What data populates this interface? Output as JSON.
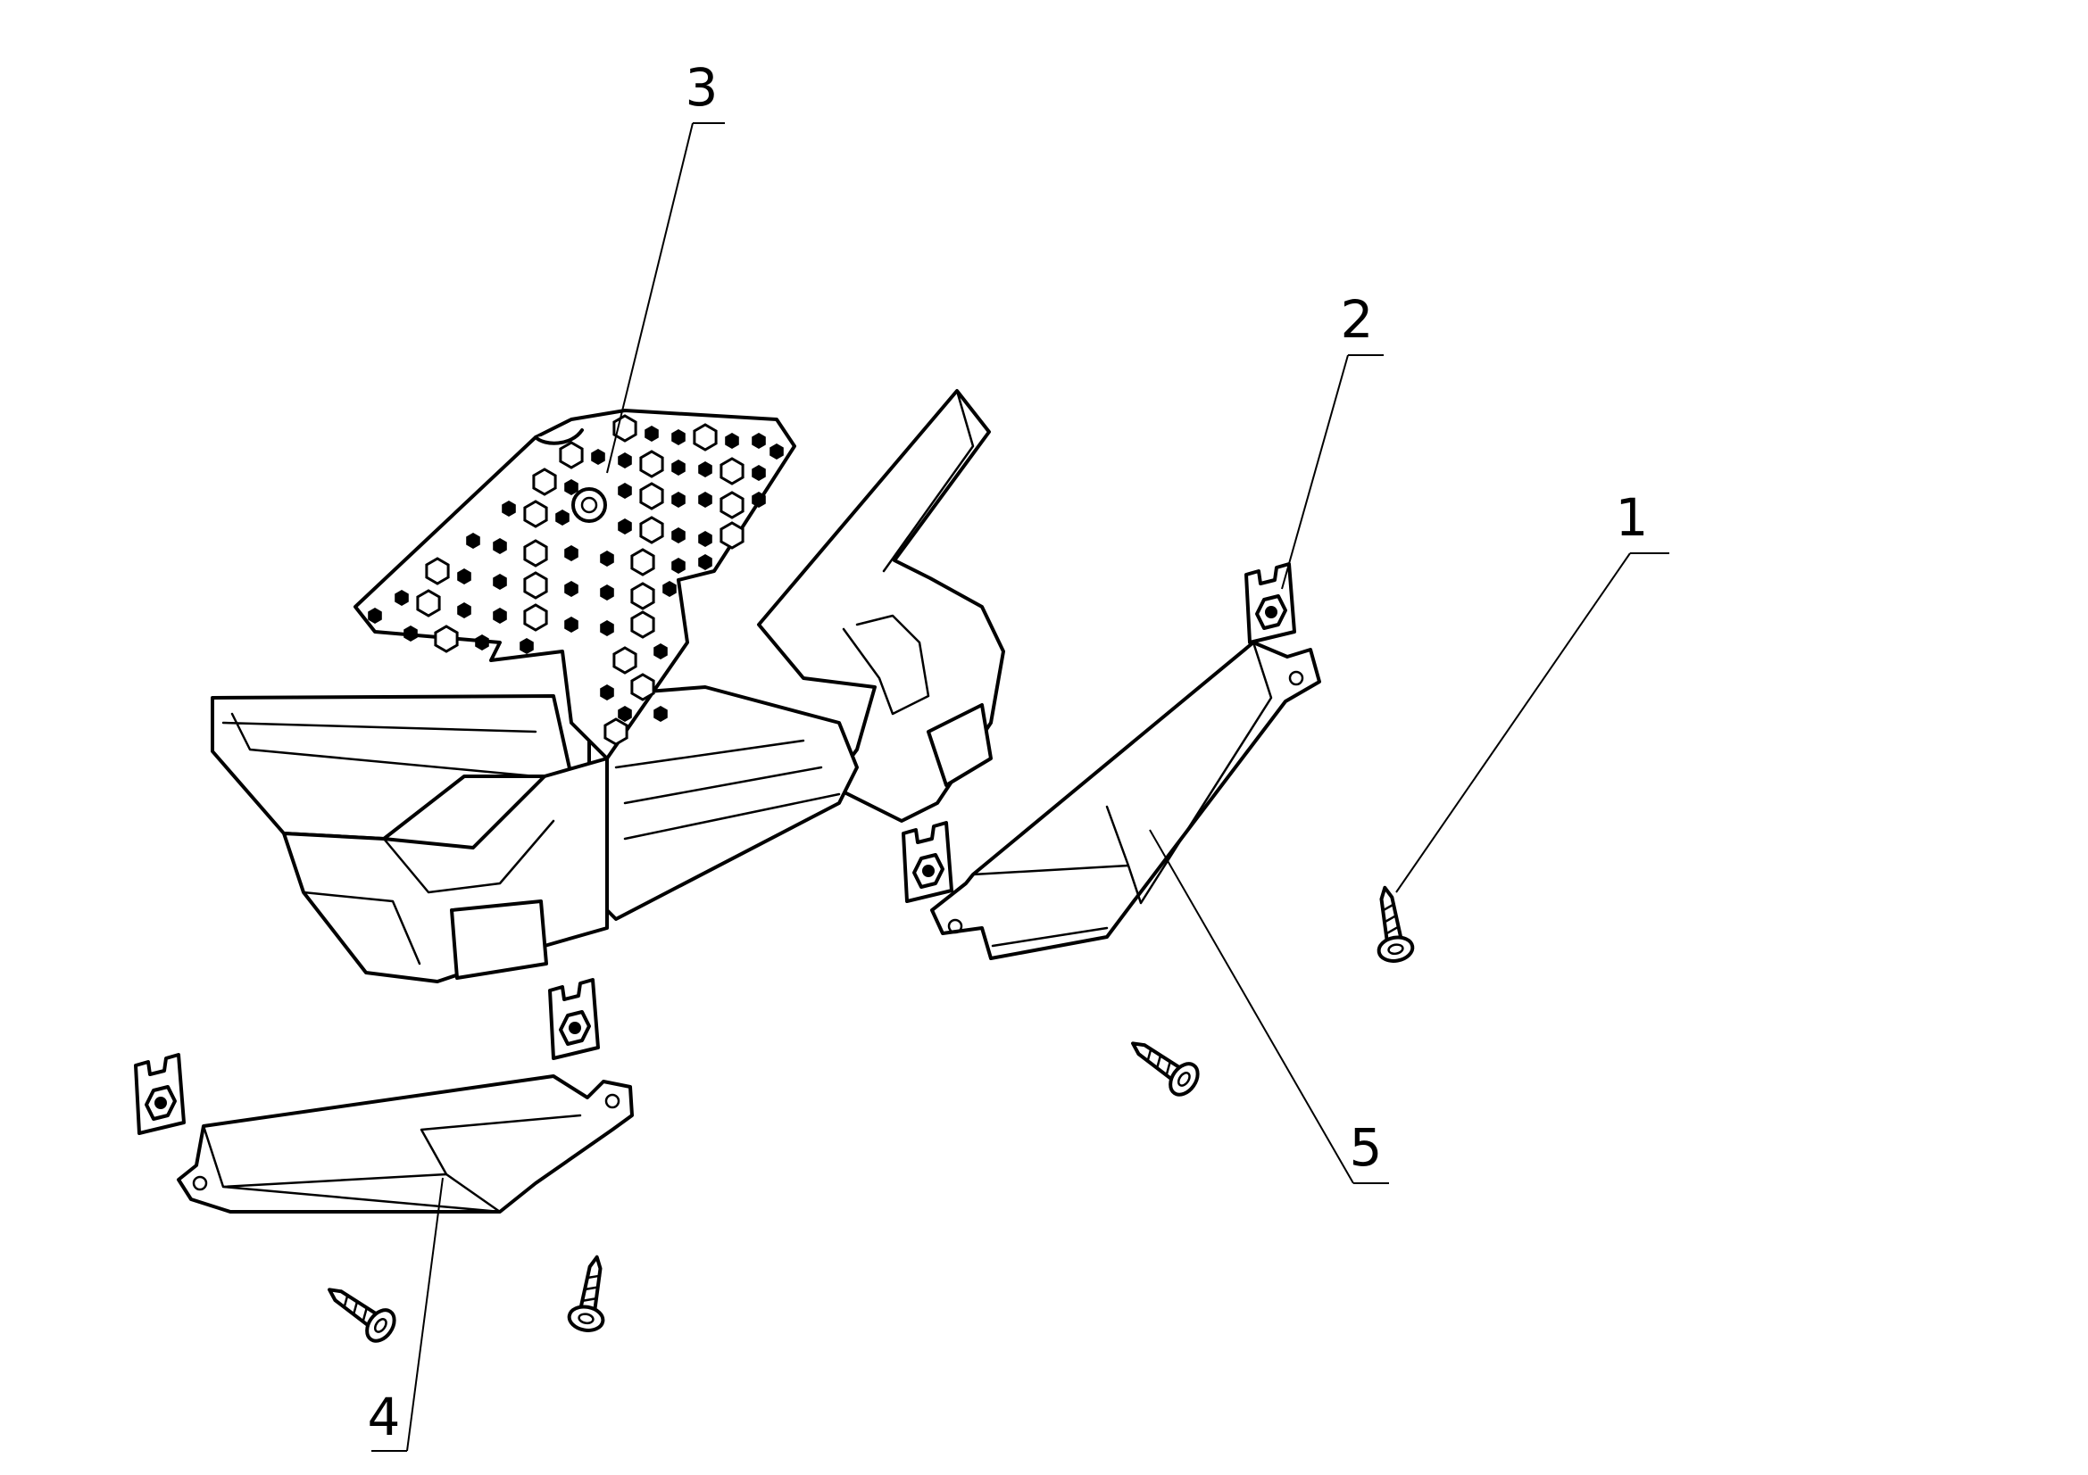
{
  "diagram": {
    "callouts": [
      {
        "id": "1",
        "label": "1"
      },
      {
        "id": "2",
        "label": "2"
      },
      {
        "id": "3",
        "label": "3"
      },
      {
        "id": "4",
        "label": "4"
      },
      {
        "id": "5",
        "label": "5"
      }
    ],
    "parts": {
      "screw": "screw-icon",
      "clip_nut": "clip-nut-icon",
      "mesh_grille": "mesh-grille",
      "bracket": "front-bracket",
      "left_cover": "left-side-cover",
      "right_cover": "right-side-cover"
    }
  }
}
